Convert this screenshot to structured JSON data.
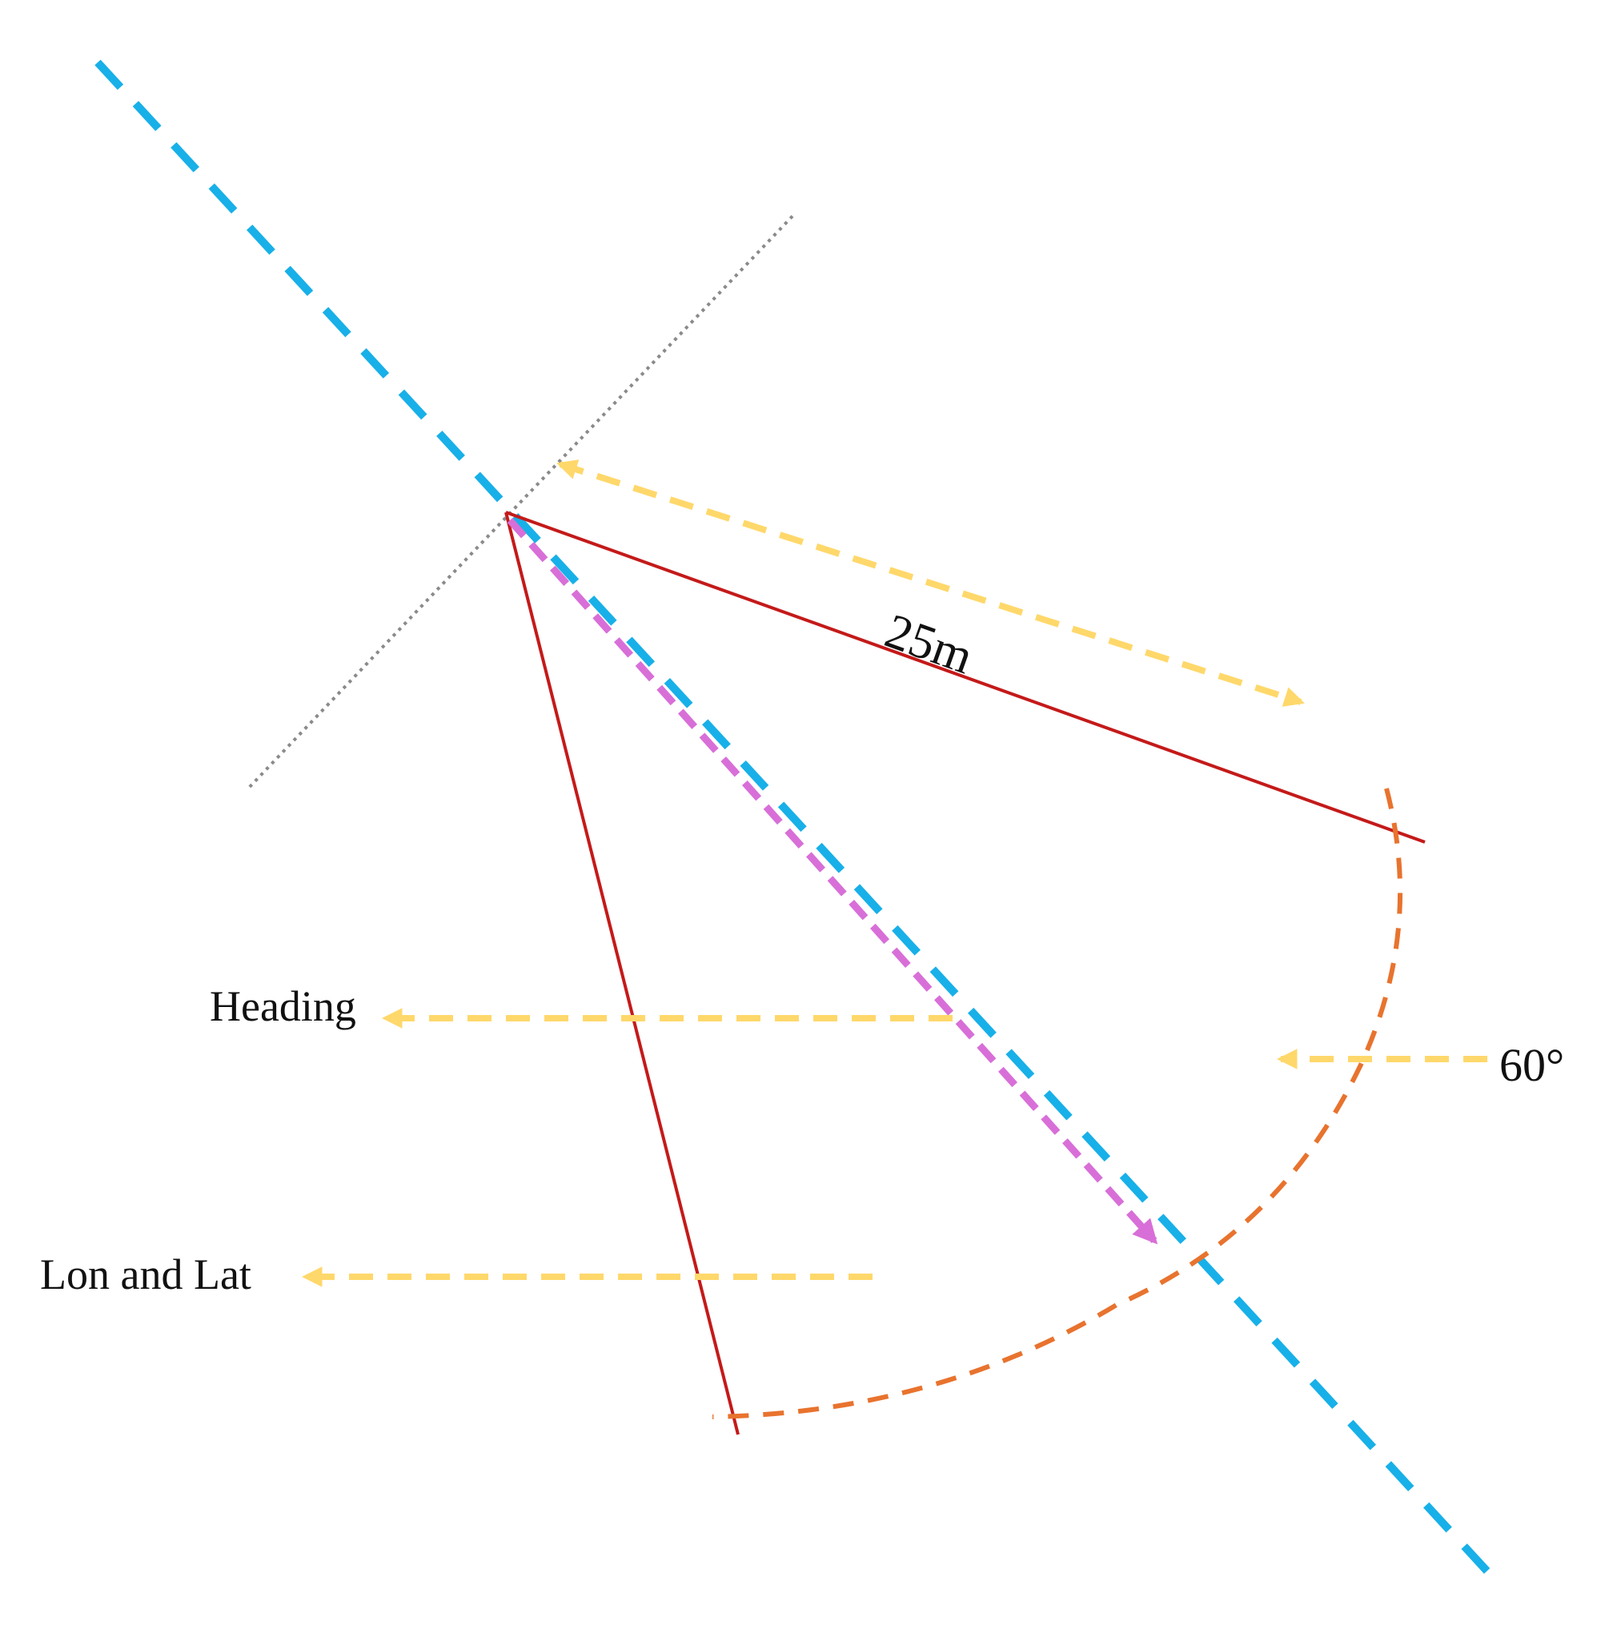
{
  "labels": {
    "distance": "25m",
    "angle": "60°",
    "heading": "Heading",
    "lon_lat": "Lon and Lat"
  },
  "colors": {
    "heading_axis": "#18B0E8",
    "heading_vector": "#D86FD8",
    "sector_edges": "#C41A1A",
    "sector_arc": "#E8732E",
    "annotation_arrows": "#FFD86B",
    "perpendicular_line": "#8A8A8A",
    "text": "#111111"
  }
}
